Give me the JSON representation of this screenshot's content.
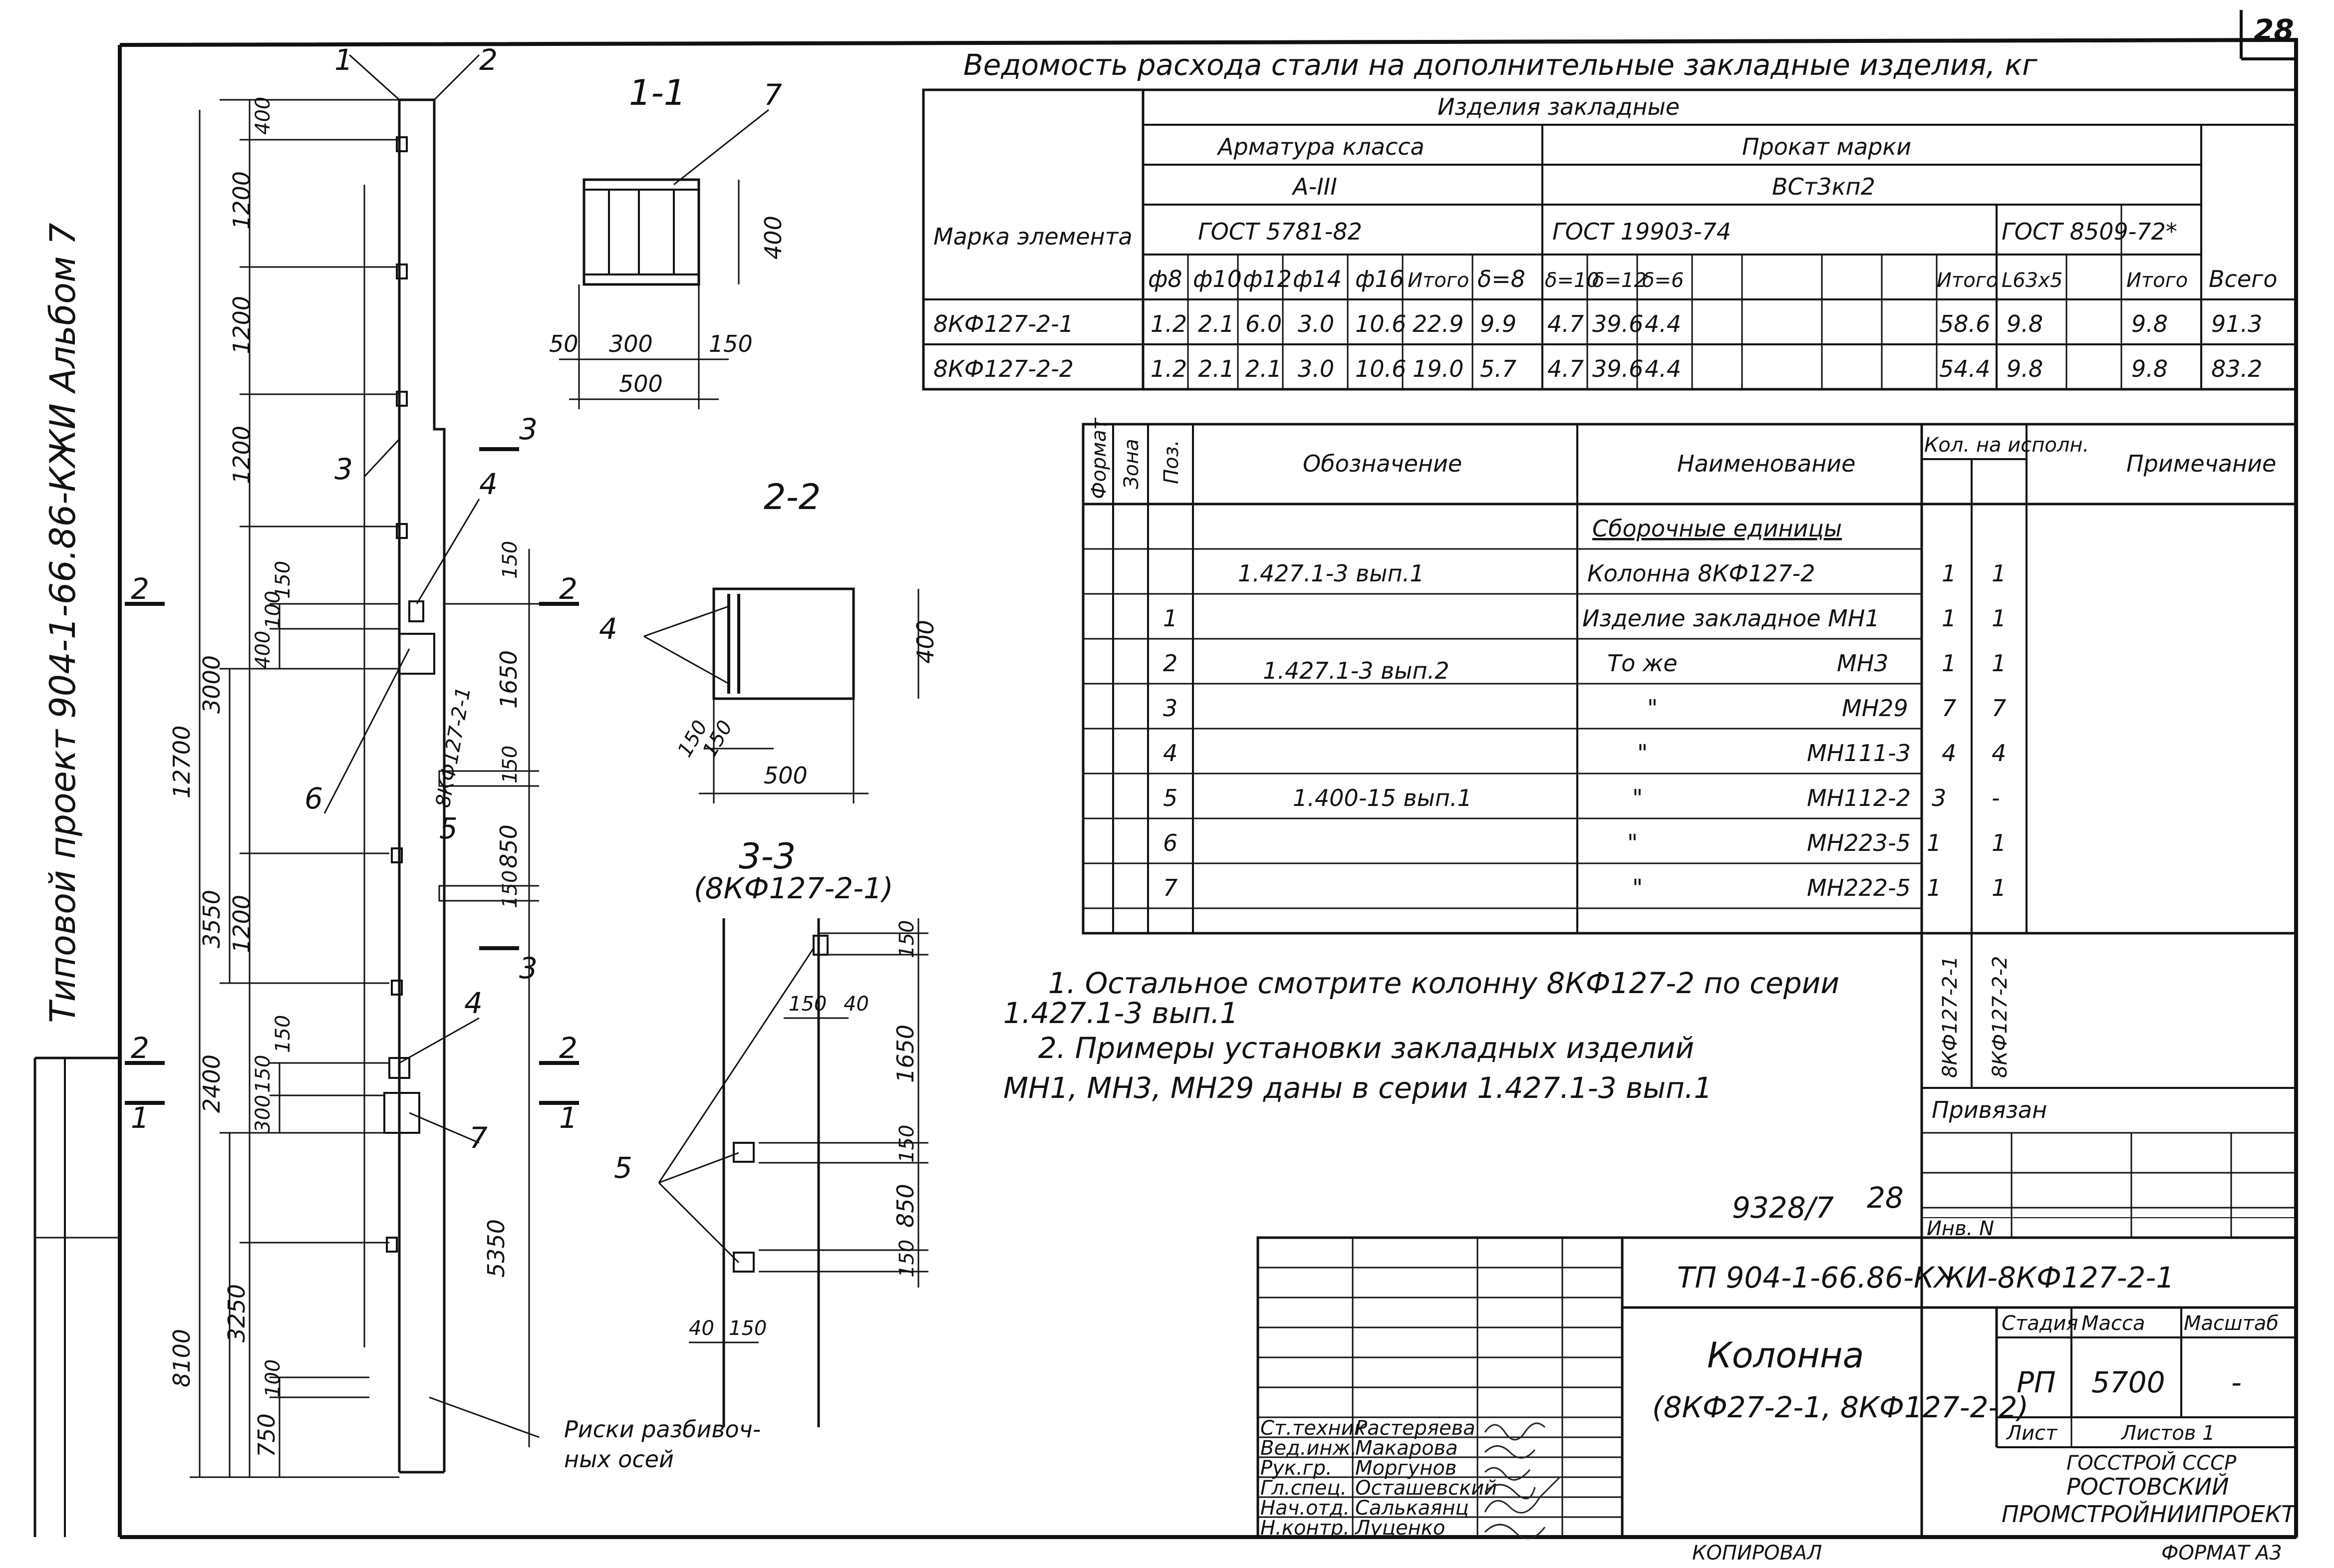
{
  "sheet": {
    "page_number": "28",
    "side_title": "Типовой проект 904-1-66.86-КЖИ Альбом 7",
    "copied_by": "КОПИРОВАЛ",
    "format": "ФОРМАТ А3",
    "inv_number": "9328/7",
    "inv_page": "28"
  },
  "elevation": {
    "pos_1": "1",
    "pos_2": "2",
    "pos_3": "3",
    "pos_4a": "4",
    "pos_4b": "4",
    "pos_5": "5",
    "pos_6": "6",
    "pos_7": "7",
    "section_2_upper": "2",
    "section_2_lower": "2",
    "section_1_lower": "1",
    "section_3_top": "3",
    "section_3_bottom": "3",
    "section_2_right_upper": "2",
    "section_2_right_lower": "2",
    "section_1_right_lower": "1",
    "total_height": "12700",
    "dims_left": [
      "3000",
      "3550",
      "2400",
      "8100",
      "3250",
      "750"
    ],
    "dims_right": [
      "400",
      "1200",
      "1200",
      "1200",
      "400",
      "100",
      "150",
      "1200",
      "300",
      "150",
      "150",
      "100"
    ],
    "dims_lower_right": [
      "150",
      "1650",
      "150",
      "850",
      "150",
      "5350"
    ],
    "element_label": "8КФ127-2-1",
    "note_left": "Риски разбивоч-",
    "note_left2": "ных осей"
  },
  "section_1_1": {
    "title": "1-1",
    "pos_7": "7",
    "dim_h": "400",
    "dim_50": "50",
    "dim_300": "300",
    "dim_150": "150",
    "dim_500": "500"
  },
  "section_2_2": {
    "title": "2-2",
    "pos_4": "4",
    "dim_h": "400",
    "dim_150a": "150",
    "dim_150b": "150",
    "dim_500": "500"
  },
  "section_3_3": {
    "title": "3-3",
    "subtitle": "(8КФ127-2-1)",
    "pos_5": "5",
    "dims": [
      "150",
      "1650",
      "150",
      "850",
      "150"
    ],
    "dim_150": "150",
    "dim_40": "40",
    "dim_40b": "40",
    "dim_150b": "150"
  },
  "steel_table": {
    "title": "Ведомость расхода стали на дополнительные закладные изделия, кг",
    "mark_header": "Марка элемента",
    "group_header": "Изделия закладные",
    "armature_header": "Арматура класса",
    "armature_class": "А-III",
    "armature_gost": "ГОСТ 5781-82",
    "rolled_header": "Прокат марки",
    "rolled_grade": "ВСт3кп2",
    "rolled_gost1": "ГОСТ 19903-74",
    "rolled_gost2": "ГОСТ 8509-72*",
    "total_header": "Всего",
    "columns": [
      "ф8",
      "ф10",
      "ф12",
      "ф14",
      "ф16",
      "Итого",
      "δ=8",
      "δ=10",
      "δ=12",
      "δ=6",
      "",
      "",
      "Итого",
      "L63х5",
      "",
      "Итого"
    ],
    "rows": [
      {
        "mark": "8КФ127-2-1",
        "values": [
          "1.2",
          "2.1",
          "6.0",
          "3.0",
          "10.6",
          "22.9",
          "9.9",
          "4.7",
          "39.6",
          "4.4",
          "",
          "",
          "58.6",
          "9.8",
          "",
          "9.8"
        ],
        "total": "91.3"
      },
      {
        "mark": "8КФ127-2-2",
        "values": [
          "1.2",
          "2.1",
          "2.1",
          "3.0",
          "10.6",
          "19.0",
          "5.7",
          "4.7",
          "39.6",
          "4.4",
          "",
          "",
          "54.4",
          "9.8",
          "",
          "9.8"
        ],
        "total": "83.2"
      }
    ]
  },
  "spec_table": {
    "h_format": "Формат",
    "h_zone": "Зона",
    "h_pos": "Поз.",
    "h_designation": "Обозначение",
    "h_name": "Наименование",
    "h_qty": "Кол. на исполн.",
    "h_note": "Примечание",
    "section": "Сборочные единицы",
    "rows": [
      {
        "pos": "",
        "designation": "1.427.1-3 вып.1",
        "name": "Колонна 8КФ127-2",
        "code": "",
        "q1": "1",
        "q2": "1"
      },
      {
        "pos": "1",
        "designation": "",
        "name": "Изделие закладное МН1",
        "code": "",
        "q1": "1",
        "q2": "1"
      },
      {
        "pos": "2",
        "designation": "1.427.1-3 вып.2",
        "name": "То же",
        "code": "МН3",
        "q1": "1",
        "q2": "1"
      },
      {
        "pos": "3",
        "designation": "",
        "name": "\"",
        "code": "МН29",
        "q1": "7",
        "q2": "7"
      },
      {
        "pos": "4",
        "designation": "",
        "name": "\"",
        "code": "МН111-3",
        "q1": "4",
        "q2": "4"
      },
      {
        "pos": "5",
        "designation": "1.400-15 вып.1",
        "name": "\"",
        "code": "МН112-2",
        "q1": "3",
        "q2": "-"
      },
      {
        "pos": "6",
        "designation": "",
        "name": "\"",
        "code": "МН223-5",
        "q1": "1",
        "q2": "1"
      },
      {
        "pos": "7",
        "designation": "",
        "name": "\"",
        "code": "МН222-5",
        "q1": "1",
        "q2": "1"
      }
    ],
    "exec_1": "8КФ127-2-1",
    "exec_2": "8КФ127-2-2"
  },
  "notes": {
    "line1": "1. Остальное смотрите колонну 8КФ127-2 по серии",
    "line2": "1.427.1-3 вып.1",
    "line3": "2. Примеры установки закладных изделий",
    "line4": "МН1, МН3, МН29 даны в серии 1.427.1-3 вып.1"
  },
  "binding": {
    "label": "Привязан",
    "inv": "Инв. N"
  },
  "title_block": {
    "code": "ТП 904-1-66.86-КЖИ-8КФ127-2-1",
    "name1": "Колонна",
    "name2": "(8КФ27-2-1, 8КФ127-2-2)",
    "stage_h": "Стадия",
    "mass_h": "Масса",
    "scale_h": "Масштаб",
    "stage": "РП",
    "mass": "5700",
    "scale": "-",
    "sheet_h": "Лист",
    "sheets_h": "Листов 1",
    "org1": "ГОССТРОЙ СССР",
    "org2": "РОСТОВСКИЙ",
    "org3": "ПРОМСТРОЙНИИПРОЕКТ",
    "signers": [
      {
        "role": "Ст.техник",
        "name": "Растеряева"
      },
      {
        "role": "Вед.инж.",
        "name": "Макарова"
      },
      {
        "role": "Рук.гр.",
        "name": "Моргунов"
      },
      {
        "role": "Гл.спец.",
        "name": "Осташевский"
      },
      {
        "role": "Нач.отд.",
        "name": "Салькаянц"
      },
      {
        "role": "Н.контр.",
        "name": "Луценко"
      }
    ]
  }
}
